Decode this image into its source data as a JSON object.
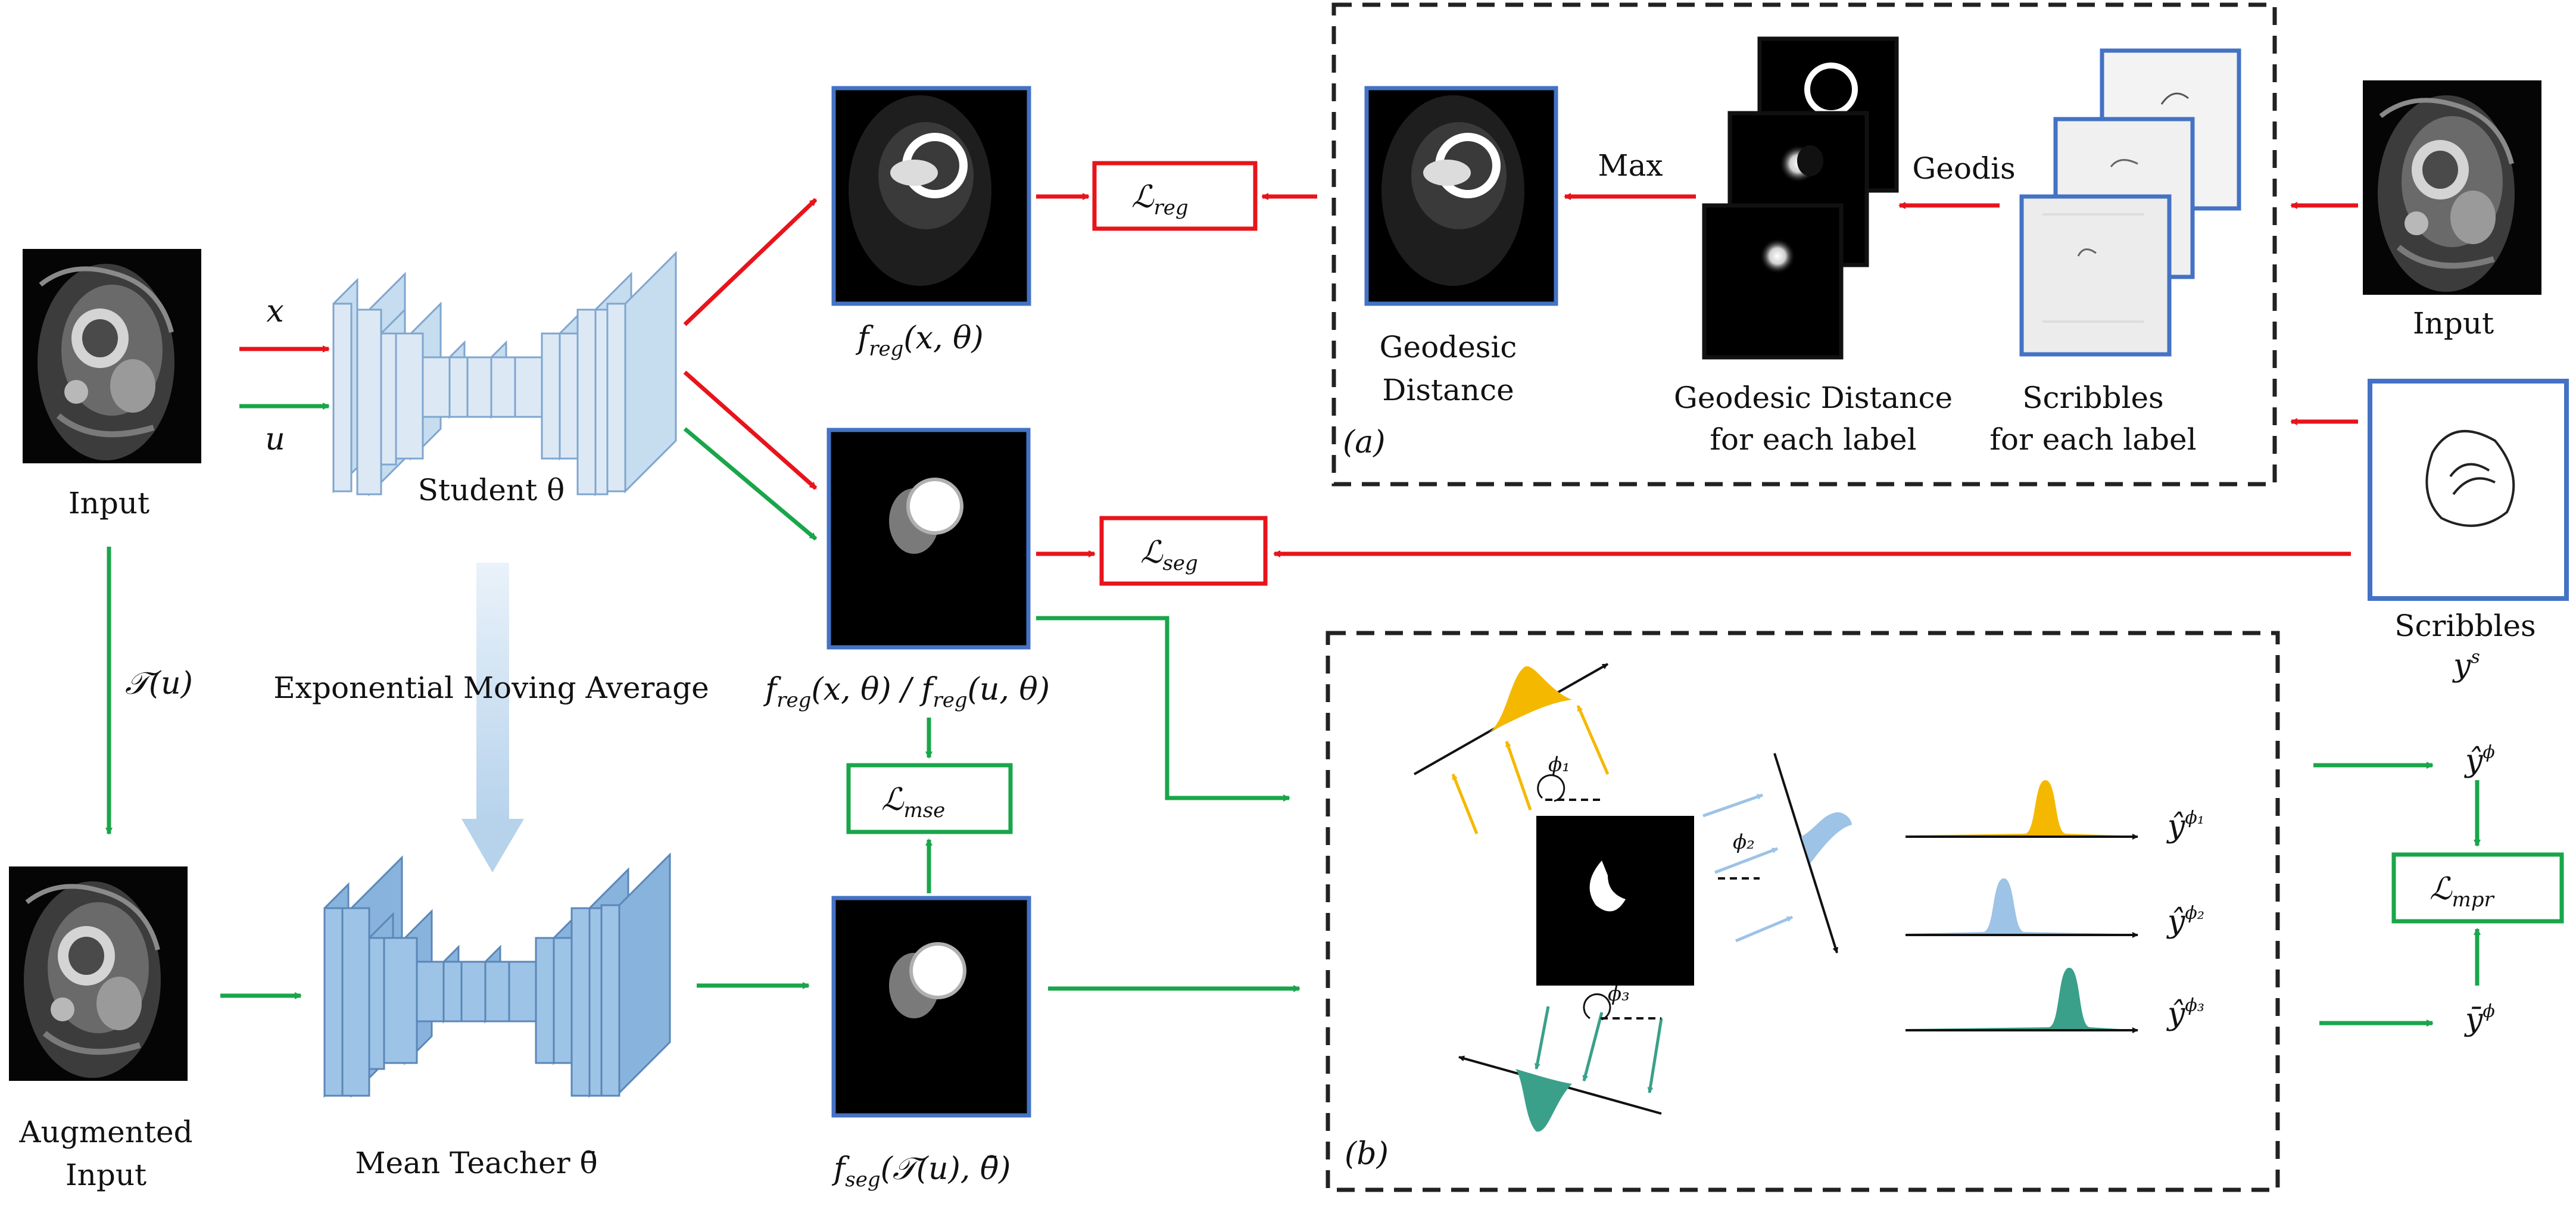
{
  "labels": {
    "input_left": "Input",
    "x_var": "x",
    "u_var": "u",
    "student": "Student θ",
    "t_u": "𝒯(u)",
    "ema": "Exponential Moving Average",
    "augmented_1": "Augmented",
    "augmented_2": "Input",
    "teacher": "Mean Teacher θ̄",
    "f_reg_1": "f",
    "f_reg_1_sub": "reg",
    "f_reg_1_rest": "(x, θ)",
    "f_reg_2_a": "f",
    "f_reg_2_a_sub": "reg",
    "f_reg_2_a_rest": "(x, θ) / ",
    "f_reg_2_b": "f",
    "f_reg_2_b_sub": "reg",
    "f_reg_2_b_rest": "(u, θ)",
    "f_seg": "f",
    "f_seg_sub": "seg",
    "f_seg_rest": "(𝒯(u), θ̄)",
    "l_reg": "ℒ",
    "l_reg_sub": "reg",
    "l_seg": "ℒ",
    "l_seg_sub": "seg",
    "l_mse": "ℒ",
    "l_mse_sub": "mse",
    "l_mpr": "ℒ",
    "l_mpr_sub": "mpr",
    "max": "Max",
    "geodis": "Geodis",
    "geo_distance_1": "Geodesic",
    "geo_distance_2": "Distance",
    "geo_each_1": "Geodesic Distance",
    "geo_each_2": "for each label",
    "scrib_each_1": "Scribbles",
    "scrib_each_2": "for each label",
    "input_right": "Input",
    "scribbles_right": "Scribbles",
    "ys": "y",
    "ys_sup": "s",
    "panel_a": "(a)",
    "panel_b": "(b)",
    "phi1": "ϕ₁",
    "phi2": "ϕ₂",
    "phi3": "ϕ₃",
    "yhat_phi1": "ŷ",
    "yhat_phi1_sup": "ϕ₁",
    "yhat_phi2": "ŷ",
    "yhat_phi2_sup": "ϕ₂",
    "yhat_phi3": "ŷ",
    "yhat_phi3_sup": "ϕ₃",
    "yhat_phi": "ŷ",
    "yhat_phi_sup": "ϕ",
    "ybar_phi": "ȳ",
    "ybar_phi_sup": "ϕ"
  },
  "colors": {
    "red_arrow": "#e8141b",
    "green_arrow": "#19a64a",
    "blue_frame": "#4472c4",
    "student_blue": "#dce9f5",
    "teacher_blue": "#9dc3e6",
    "yellow": "#f5b800",
    "light_blue": "#9dc3e6",
    "teal": "#3aa08a"
  }
}
